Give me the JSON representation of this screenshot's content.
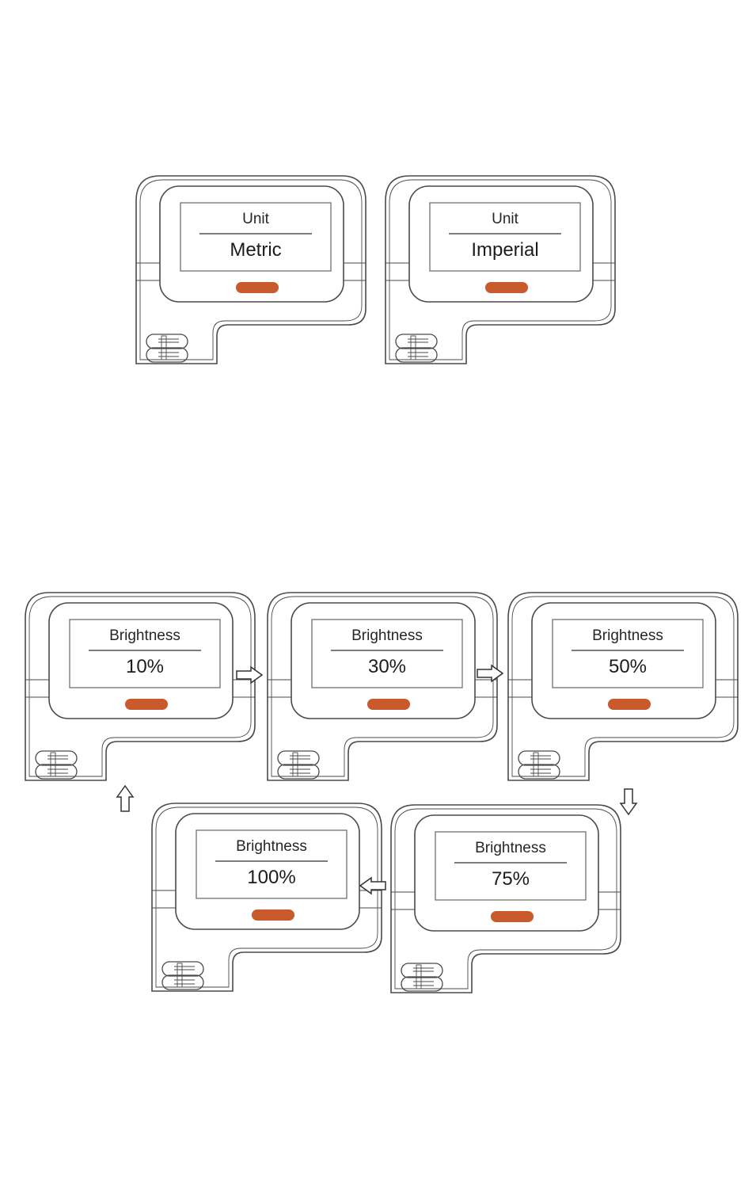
{
  "colors": {
    "line": "#4a4a4a",
    "button": "#c85a2c",
    "screen_border": "#6f6f6f"
  },
  "unit_settings": [
    {
      "title": "Unit",
      "value": "Metric"
    },
    {
      "title": "Unit",
      "value": "Imperial"
    }
  ],
  "brightness_cycle": [
    {
      "title": "Brightness",
      "value": "10%"
    },
    {
      "title": "Brightness",
      "value": "30%"
    },
    {
      "title": "Brightness",
      "value": "50%"
    },
    {
      "title": "Brightness",
      "value": "75%"
    },
    {
      "title": "Brightness",
      "value": "100%"
    }
  ],
  "arrow_icons": [
    "right-arrow-icon",
    "right-arrow-icon",
    "down-arrow-icon",
    "left-arrow-icon",
    "up-arrow-icon"
  ]
}
